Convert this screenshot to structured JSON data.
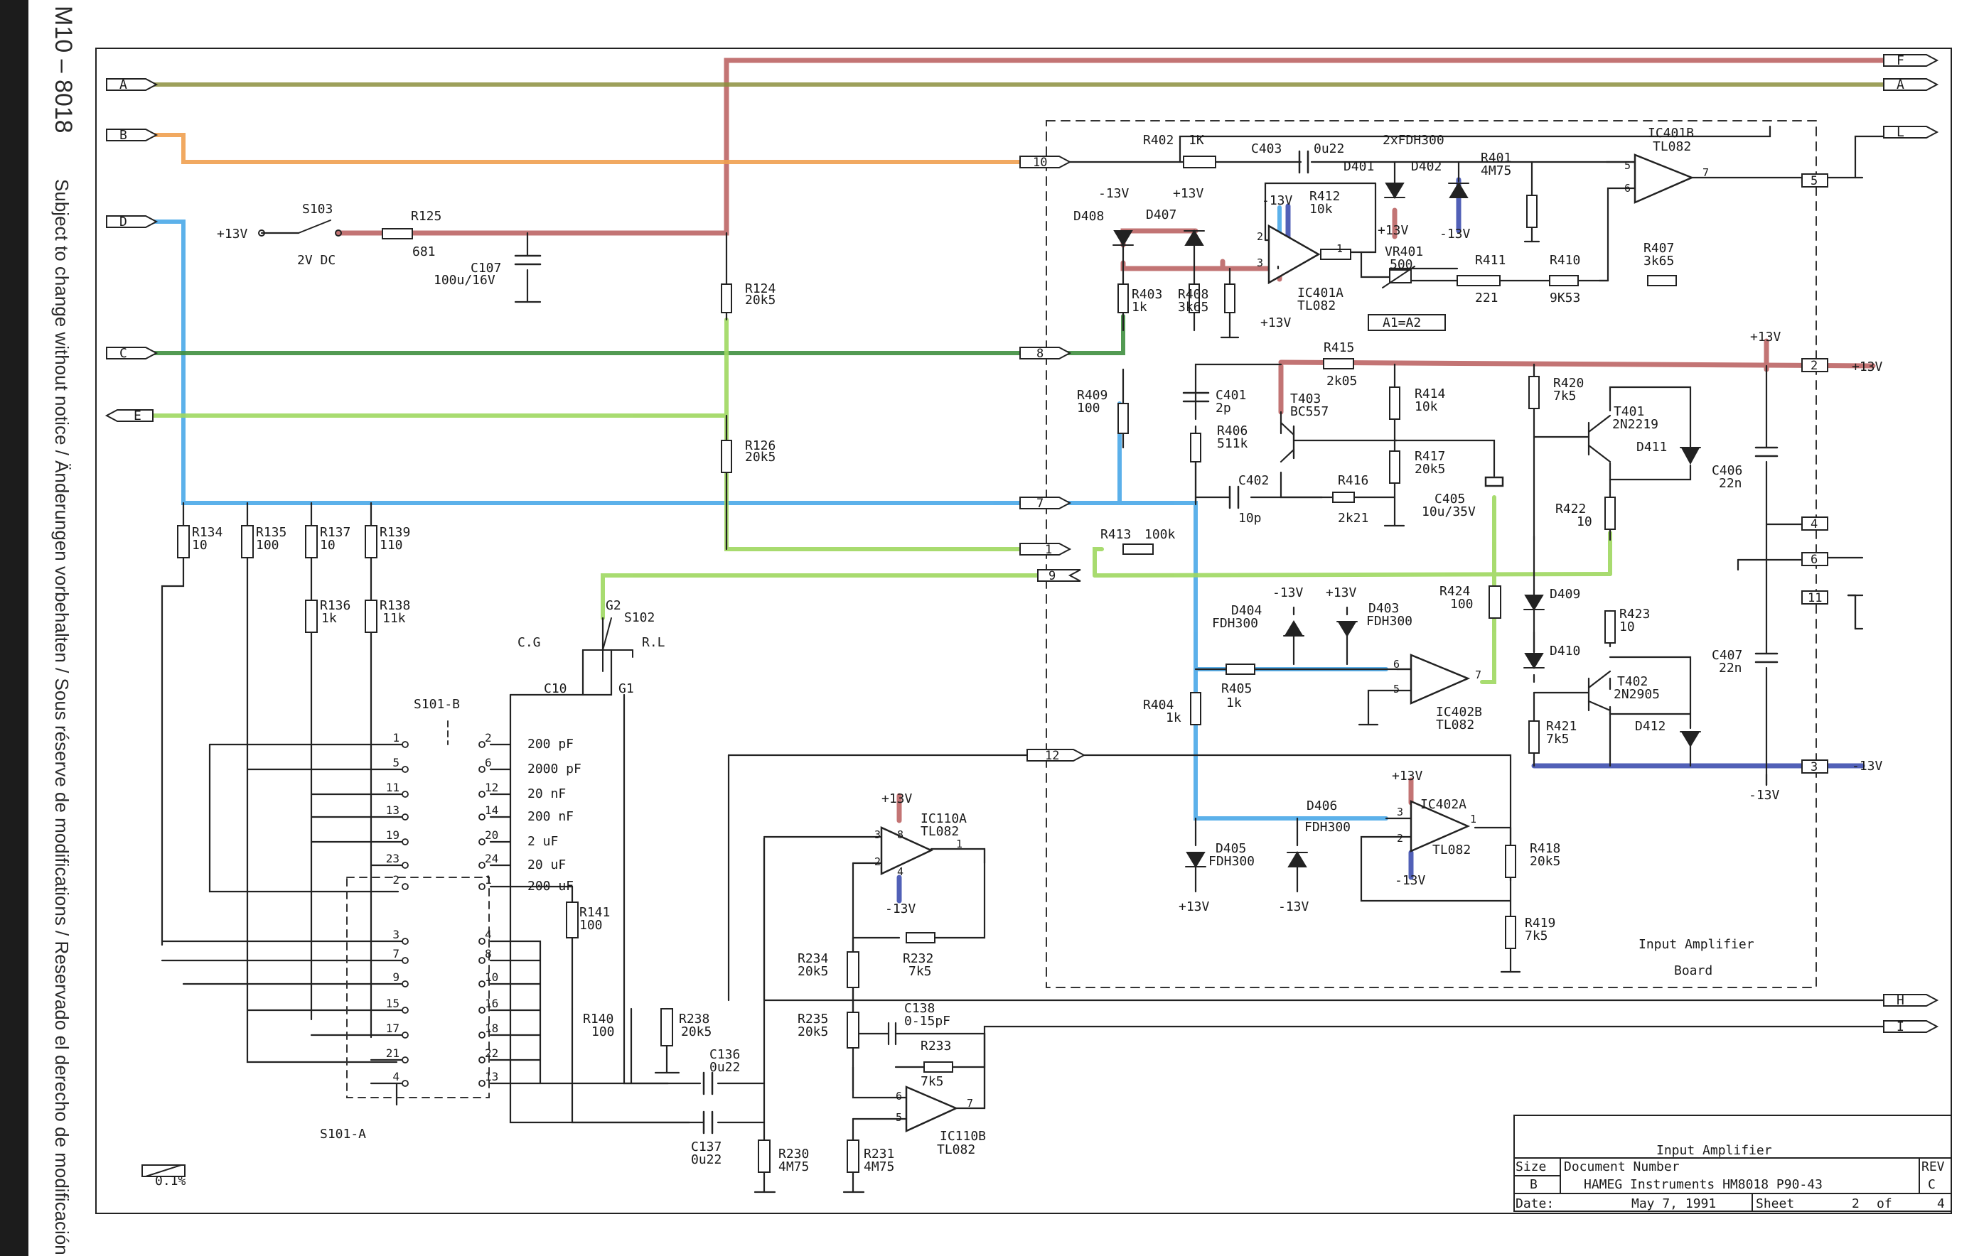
{
  "side_label": {
    "code": "M10 – 8018",
    "notice": "Subject to change without notice / Änderungen vorbehalten / Sous réserve de modifications / Reservado el derecho de modificación"
  },
  "connectors_left": [
    "A",
    "B",
    "D",
    "C",
    "E"
  ],
  "connectors_right": [
    "F",
    "A",
    "L",
    "H",
    "I"
  ],
  "board_pins": [
    "10",
    "8",
    "7",
    "1",
    "9",
    "12",
    "5",
    "2",
    "4",
    "6",
    "11",
    "3"
  ],
  "components": {
    "S103": "S103",
    "S103_note": "2V DC",
    "R125": "R125",
    "R125_v": "681",
    "C107": "C107",
    "C107_v": "100u/16V",
    "R124": "R124",
    "R124_v": "20k5",
    "R126": "R126",
    "R126_v": "20k5",
    "R134": "R134",
    "R134_v": "10",
    "R135": "R135",
    "R135_v": "100",
    "R137": "R137",
    "R137_v": "10",
    "R139": "R139",
    "R139_v": "110",
    "R136": "R136",
    "R136_v": "1k",
    "R138": "R138",
    "R138_v": "11k",
    "S102": "S102",
    "S102_g2": "G2",
    "S102_cg": "C.G",
    "S102_rl": "R.L",
    "C10": "C10",
    "G1": "G1",
    "S101B": "S101-B",
    "S101A": "S101-A",
    "R141": "R141",
    "R141_v": "100",
    "R140": "R140",
    "R140_v": "100",
    "R238": "R238",
    "R238_v": "20k5",
    "C136": "C136",
    "C136_v": "0u22",
    "C137": "C137",
    "C137_v": "0u22",
    "R230": "R230",
    "R230_v": "4M75",
    "R231": "R231",
    "R231_v": "4M75",
    "IC110A": "IC110A",
    "IC110A_t": "TL082",
    "IC110B": "IC110B",
    "IC110B_t": "TL082",
    "R234": "R234",
    "R234_v": "20k5",
    "R232": "R232",
    "R232_v": "7k5",
    "R235": "R235",
    "R235_v": "20k5",
    "C138": "C138",
    "C138_v": "0-15pF",
    "R233": "R233",
    "R233_v": "7k5",
    "R402": "R402",
    "R402_v": "1K",
    "C403": "C403",
    "C403_v": "0u22",
    "D401": "D401",
    "D402": "D402",
    "D401_t": "2xFDH300",
    "R401": "R401",
    "R401_v": "4M75",
    "IC401B": "IC401B",
    "IC401B_t": "TL082",
    "D408": "D408",
    "D407": "D407",
    "R412": "R412",
    "R412_v": "10k",
    "IC401A": "IC401A",
    "IC401A_t": "TL082",
    "VR401": "VR401",
    "VR401_v": "500",
    "R411": "R411",
    "R411_v": "221",
    "R410": "R410",
    "R410_v": "9K53",
    "R407": "R407",
    "R407_v": "3k65",
    "R403": "R403",
    "R403_v": "1k",
    "R408": "R408",
    "R408_v": "3k65",
    "A1A2": "A1=A2",
    "R409": "R409",
    "R409_v": "100",
    "C401": "C401",
    "C401_v": "2p",
    "R415": "R415",
    "R415_v": "2k05",
    "T403": "T403",
    "T403_t": "BC557",
    "R414": "R414",
    "R414_v": "10k",
    "R406": "R406",
    "R406_v": "511k",
    "R417": "R417",
    "R417_v": "20k5",
    "C402": "C402",
    "C402_v": "10p",
    "R416": "R416",
    "R416_v": "2k21",
    "C405": "C405",
    "C405_v": "10u/35V",
    "R420": "R420",
    "R420_v": "7k5",
    "T401": "T401",
    "T401_t": "2N2219",
    "D411": "D411",
    "C406": "C406",
    "C406_v": "22n",
    "R422": "R422",
    "R422_v": "10",
    "R413": "R413",
    "R413_v": "100k",
    "D404": "D404",
    "D404_t": "FDH300",
    "D403": "D403",
    "D403_t": "FDH300",
    "R424": "R424",
    "R424_v": "100",
    "D409": "D409",
    "R423": "R423",
    "R423_v": "10",
    "R405": "R405",
    "R405_v": "1k",
    "IC402B": "IC402B",
    "IC402B_t": "TL082",
    "D410": "D410",
    "T402": "T402",
    "T402_t": "2N2905",
    "C407": "C407",
    "C407_v": "22n",
    "R404": "R404",
    "R404_v": "1k",
    "R421": "R421",
    "R421_v": "7k5",
    "D412": "D412",
    "D406": "D406",
    "D406_t": "FDH300",
    "IC402A": "IC402A",
    "IC402A_t": "TL082",
    "D405": "D405",
    "D405_t": "FDH300",
    "R418": "R418",
    "R418_v": "20k5",
    "R419": "R419",
    "R419_v": "7k5"
  },
  "rails": {
    "p13": "+13V",
    "m13": "-13V",
    "p13_arrow": "+13V",
    "m13_arrow": "-13V"
  },
  "switch_positions": [
    {
      "l": "1",
      "r": "2",
      "v": "200 pF"
    },
    {
      "l": "5",
      "r": "6",
      "v": "2000 pF"
    },
    {
      "l": "11",
      "r": "12",
      "v": "20 nF"
    },
    {
      "l": "13",
      "r": "14",
      "v": "200 nF"
    },
    {
      "l": "19",
      "r": "20",
      "v": "2 uF"
    },
    {
      "l": "23",
      "r": "24",
      "v": "20 uF"
    },
    {
      "l": "2",
      "r": "1",
      "v": "200 uF"
    },
    {
      "l": "3",
      "r": "4",
      "v": ""
    },
    {
      "l": "7",
      "r": "8",
      "v": ""
    },
    {
      "l": "9",
      "r": "10",
      "v": ""
    },
    {
      "l": "15",
      "r": "16",
      "v": ""
    },
    {
      "l": "17",
      "r": "18",
      "v": ""
    },
    {
      "l": "21",
      "r": "22",
      "v": ""
    },
    {
      "l": "4",
      "r": "13",
      "v": ""
    }
  ],
  "board_label": [
    "Input Amplifier",
    "Board"
  ],
  "legend_tolerance": "0.1%",
  "title_block": {
    "title": "Input Amplifier",
    "size_label": "Size",
    "size": "B",
    "docnum_label": "Document Number",
    "docnum": "HAMEG Instruments HM8018 P90-43",
    "rev_label": "REV",
    "rev": "C",
    "date_label": "Date:",
    "date": "May  7, 1991",
    "sheet_label": "Sheet",
    "sheet": "2",
    "of_label": "of",
    "sheets": "4"
  },
  "colors": {
    "red": "#b85c5c",
    "olive": "#8c8f3e",
    "orange": "#f0a050",
    "blue": "#4aa8e8",
    "darkgreen": "#3f8f3f",
    "lightgreen": "#9fd860",
    "navy": "#3344aa"
  }
}
